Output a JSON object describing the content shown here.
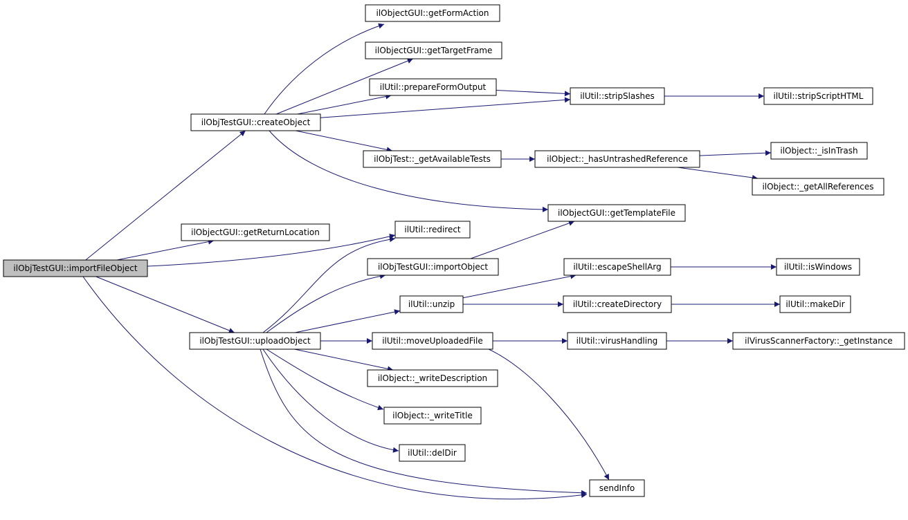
{
  "nodes": [
    {
      "id": "importFileObject",
      "label": "ilObjTestGUI::importFileObject",
      "root": true
    },
    {
      "id": "createObject",
      "label": "ilObjTestGUI::createObject"
    },
    {
      "id": "getReturnLocation",
      "label": "ilObjectGUI::getReturnLocation"
    },
    {
      "id": "uploadObject",
      "label": "ilObjTestGUI::uploadObject"
    },
    {
      "id": "getFormAction",
      "label": "ilObjectGUI::getFormAction"
    },
    {
      "id": "getTargetFrame",
      "label": "ilObjectGUI::getTargetFrame"
    },
    {
      "id": "prepareFormOutput",
      "label": "ilUtil::prepareFormOutput"
    },
    {
      "id": "getAvailableTests",
      "label": "ilObjTest::_getAvailableTests"
    },
    {
      "id": "redirect",
      "label": "ilUtil::redirect"
    },
    {
      "id": "importObject",
      "label": "ilObjTestGUI::importObject"
    },
    {
      "id": "unzip",
      "label": "ilUtil::unzip"
    },
    {
      "id": "moveUploadedFile",
      "label": "ilUtil::moveUploadedFile"
    },
    {
      "id": "writeDescription",
      "label": "ilObject::_writeDescription"
    },
    {
      "id": "writeTitle",
      "label": "ilObject::_writeTitle"
    },
    {
      "id": "delDir",
      "label": "ilUtil::delDir"
    },
    {
      "id": "stripSlashes",
      "label": "ilUtil::stripSlashes"
    },
    {
      "id": "hasUntrashedReference",
      "label": "ilObject::_hasUntrashedReference"
    },
    {
      "id": "getTemplateFile",
      "label": "ilObjectGUI::getTemplateFile"
    },
    {
      "id": "escapeShellArg",
      "label": "ilUtil::escapeShellArg"
    },
    {
      "id": "createDirectory",
      "label": "ilUtil::createDirectory"
    },
    {
      "id": "virusHandling",
      "label": "ilUtil::virusHandling"
    },
    {
      "id": "sendInfo",
      "label": "sendInfo"
    },
    {
      "id": "stripScriptHTML",
      "label": "ilUtil::stripScriptHTML"
    },
    {
      "id": "isInTrash",
      "label": "ilObject::_isInTrash"
    },
    {
      "id": "getAllReferences",
      "label": "ilObject::_getAllReferences"
    },
    {
      "id": "isWindows",
      "label": "ilUtil::isWindows"
    },
    {
      "id": "makeDir",
      "label": "ilUtil::makeDir"
    },
    {
      "id": "getInstance",
      "label": "ilVirusScannerFactory::_getInstance"
    }
  ],
  "edges": [
    {
      "from": "importFileObject",
      "to": "createObject"
    },
    {
      "from": "importFileObject",
      "to": "getReturnLocation"
    },
    {
      "from": "importFileObject",
      "to": "redirect"
    },
    {
      "from": "importFileObject",
      "to": "uploadObject"
    },
    {
      "from": "importFileObject",
      "to": "sendInfo"
    },
    {
      "from": "createObject",
      "to": "getFormAction"
    },
    {
      "from": "createObject",
      "to": "getTargetFrame"
    },
    {
      "from": "createObject",
      "to": "prepareFormOutput"
    },
    {
      "from": "createObject",
      "to": "stripSlashes"
    },
    {
      "from": "createObject",
      "to": "getAvailableTests"
    },
    {
      "from": "createObject",
      "to": "getTemplateFile"
    },
    {
      "from": "prepareFormOutput",
      "to": "stripSlashes"
    },
    {
      "from": "stripSlashes",
      "to": "stripScriptHTML"
    },
    {
      "from": "getAvailableTests",
      "to": "hasUntrashedReference"
    },
    {
      "from": "hasUntrashedReference",
      "to": "isInTrash"
    },
    {
      "from": "hasUntrashedReference",
      "to": "getAllReferences"
    },
    {
      "from": "uploadObject",
      "to": "redirect"
    },
    {
      "from": "uploadObject",
      "to": "importObject"
    },
    {
      "from": "uploadObject",
      "to": "unzip"
    },
    {
      "from": "uploadObject",
      "to": "moveUploadedFile"
    },
    {
      "from": "uploadObject",
      "to": "writeDescription"
    },
    {
      "from": "uploadObject",
      "to": "writeTitle"
    },
    {
      "from": "uploadObject",
      "to": "delDir"
    },
    {
      "from": "uploadObject",
      "to": "sendInfo"
    },
    {
      "from": "importObject",
      "to": "getTemplateFile"
    },
    {
      "from": "unzip",
      "to": "escapeShellArg"
    },
    {
      "from": "unzip",
      "to": "createDirectory"
    },
    {
      "from": "escapeShellArg",
      "to": "isWindows"
    },
    {
      "from": "createDirectory",
      "to": "makeDir"
    },
    {
      "from": "moveUploadedFile",
      "to": "virusHandling"
    },
    {
      "from": "moveUploadedFile",
      "to": "sendInfo"
    },
    {
      "from": "virusHandling",
      "to": "getInstance"
    }
  ]
}
